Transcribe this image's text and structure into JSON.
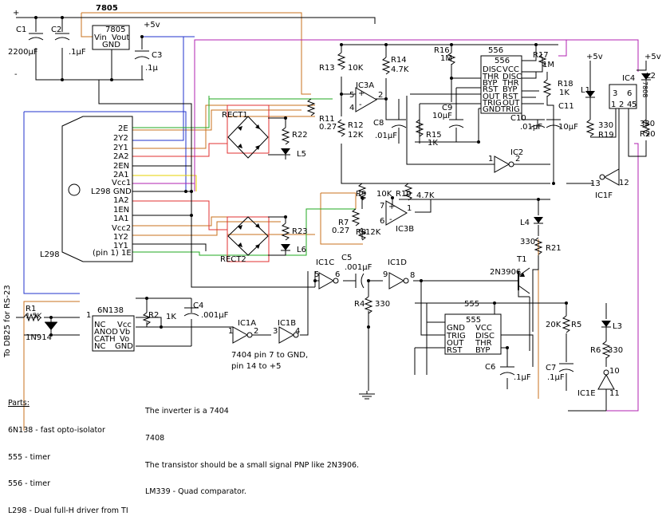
{
  "rails": {
    "plus": "+",
    "minus": "-",
    "plus5v": "+5v"
  },
  "components": {
    "reg": "7805",
    "reg_pins": [
      "Vin",
      "Vout",
      "GND"
    ],
    "c1": "C1",
    "c1v": "2200µF",
    "c2": "C2",
    "c2v": ".1µF",
    "c3": "C3",
    "c3v": ".1µ",
    "l298": "L298",
    "l298_pins": [
      "2E",
      "2Y2",
      "2Y1",
      "2A2",
      "2EN",
      "2A1",
      "Vcc1",
      "L298 GND",
      "1A2",
      "1EN",
      "1A1",
      "Vcc2",
      "1Y2",
      "1Y1",
      "(pin 1) 1E"
    ],
    "rect1": "RECT1",
    "rect2": "RECT2",
    "r22": "R22",
    "r23": "R23",
    "l5": "L5",
    "l6": "L6",
    "r11": "R11",
    "r11v": "0.27",
    "r7": "R7",
    "r7v": "0.27",
    "r13": "R13",
    "r13v": "10K",
    "r14": "R14",
    "r14v": "4.7K",
    "r12": "R12",
    "r12v": "12K",
    "ic3a": "IC3A",
    "c8": "C8",
    "c8v": ".01µF",
    "r15": "R15",
    "r15v": "1K",
    "r16": "R16",
    "r16v": "1M",
    "t556": "556",
    "t556_left": [
      "DISC",
      "THR",
      "BYP",
      "RST",
      "OUT",
      "TRIG",
      "GND"
    ],
    "t556_right": [
      "VCC",
      "DISC",
      "THR",
      "BYP",
      "RST",
      "OUT",
      "TRIG"
    ],
    "r17": "R17",
    "r17v": "1M",
    "r18": "R18",
    "r18v": "1K",
    "c9": "C9",
    "c9v": "10µF",
    "c10": "C10",
    "c10v": ".01µF",
    "c11": "C11",
    "c11v": "10µF",
    "ic2": "IC2",
    "l1": "L1",
    "l2": "L2",
    "r19": "R19",
    "r19v": "330",
    "r20": "R20",
    "r20v": "330",
    "ic4": "IC4",
    "ic4_type": "7808",
    "ic4_pins": [
      "3",
      "6",
      "1",
      "2",
      "4",
      "5"
    ],
    "ic1f": "IC1F",
    "r9": "R9",
    "r9v": "10K",
    "r10": "R10",
    "r10v": "4.7K",
    "r8": "R8",
    "r8v": "12K",
    "ic3b": "IC3B",
    "l4": "L4",
    "r21": "R21",
    "r21v": "330",
    "ic1c": "IC1C",
    "c5": "C5",
    "c5v": ".001µF",
    "ic1d": "IC1D",
    "t1": "T1",
    "t1_type": "2N3906",
    "r4": "R4",
    "r4v": "330",
    "r1": "R1",
    "r1v": "1.5K",
    "d1": "1N914",
    "opto": "6N138",
    "opto_left": [
      "NC",
      "ANOD",
      "CATH",
      "NC"
    ],
    "opto_right": [
      "Vcc",
      "Vb",
      "Vo",
      "GND"
    ],
    "r2": "R2",
    "r2v": "1K",
    "c4": "C4",
    "c4v": ".001µF",
    "ic1a": "IC1A",
    "ic1b": "IC1B",
    "note7404": "7404 pin 7 to GND,",
    "note7404b": "pin 14 to +5",
    "t555": "555",
    "t555_left": [
      "GND",
      "TRIG",
      "OUT",
      "RST"
    ],
    "t555_right": [
      "VCC",
      "DISC",
      "THR",
      "BYP"
    ],
    "r5": "R5",
    "r5v": "20K",
    "l3": "L3",
    "r6": "R6",
    "r6v": "330",
    "c6": "C6",
    "c6v": ".1µF",
    "c7": "C7",
    "c7v": ".1µF",
    "ic1e": "IC1E",
    "db25": "To DB25 for RS-23"
  },
  "pin_numbers": [
    "1",
    "2",
    "3",
    "4",
    "5",
    "6",
    "7",
    "8",
    "9",
    "10",
    "11",
    "12",
    "13",
    "2",
    "3",
    "4",
    "1",
    "2",
    "3"
  ],
  "parts": {
    "title": "Parts:",
    "lines": [
      "6N138 - fast opto-isolator",
      "555 - timer",
      "556 - timer",
      "L298 - Dual full-H driver from TI"
    ]
  },
  "notes": {
    "lines": [
      "The inverter is a 7404",
      "7408",
      "The transistor should be a small signal PNP like 2N3906.",
      "LM339 - Quad comparator."
    ]
  },
  "colors": {
    "black": "#000000",
    "orange": "#c8701c",
    "red": "#e03030",
    "blue": "#2233cc",
    "green": "#22aa22",
    "yellow": "#e6d200",
    "magenta": "#b020b0"
  }
}
